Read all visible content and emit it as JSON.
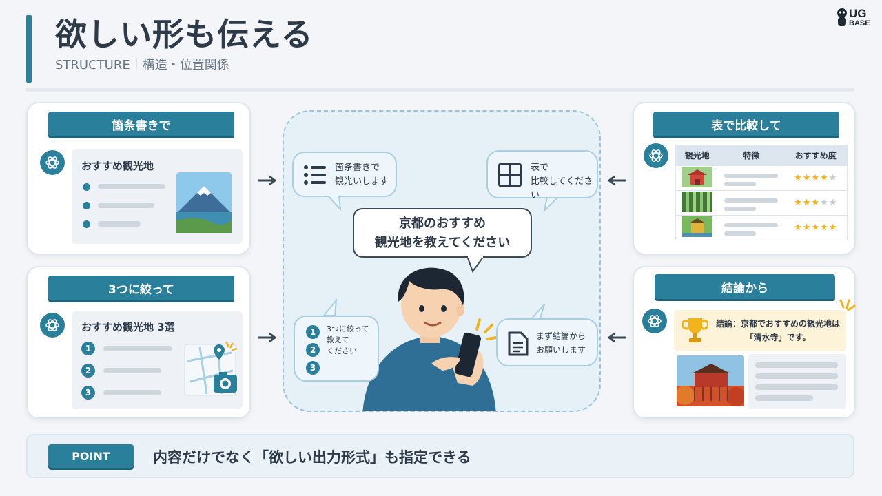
{
  "header": {
    "title": "欲しい形も伝える",
    "subtitle": "STRUCTURE｜構造・位置関係",
    "logo_top": "UG",
    "logo_bottom": "BASE"
  },
  "cards": {
    "bullets": {
      "label": "箇条書きで",
      "panel_title": "おすすめ観光地",
      "icon": "mount-fuji-lake-image"
    },
    "top3": {
      "label": "3つに絞って",
      "panel_title": "おすすめ観光地 3選",
      "numbers": [
        "1",
        "2",
        "3"
      ],
      "icon": "map-camera-image"
    },
    "table": {
      "label": "表で比較して",
      "headers": [
        "観光地",
        "特徴",
        "おすすめ度"
      ],
      "rows": [
        {
          "icon": "red-temple-image",
          "stars": 4
        },
        {
          "icon": "bamboo-forest-image",
          "stars": 3
        },
        {
          "icon": "golden-pavilion-image",
          "stars": 5
        }
      ]
    },
    "conclusion": {
      "label": "結論から",
      "text": "結論：京都でおすすめの観光地は\n「清水寺」です。",
      "icon": "kiyomizu-temple-image"
    }
  },
  "center": {
    "main_bubble": "京都のおすすめ\n観光地を教えてください",
    "bubbles": [
      {
        "text": "箇条書きで\n観光いします",
        "icon": "list-icon"
      },
      {
        "text": "表で\n比較してください",
        "icon": "table-icon"
      },
      {
        "text": "3つに絞って\n教えて\nください",
        "icon": "numbered-list-icon",
        "numbers": [
          "1",
          "2",
          "3"
        ]
      },
      {
        "text": "まず結論から\nお願いします",
        "icon": "document-icon"
      }
    ]
  },
  "point": {
    "tag": "POINT",
    "text": "内容だけでなく「欲しい出力形式」も指定できる"
  },
  "colors": {
    "accent": "#2a7f9a",
    "star": "#f2b31b",
    "background": "#f3f5f8"
  }
}
